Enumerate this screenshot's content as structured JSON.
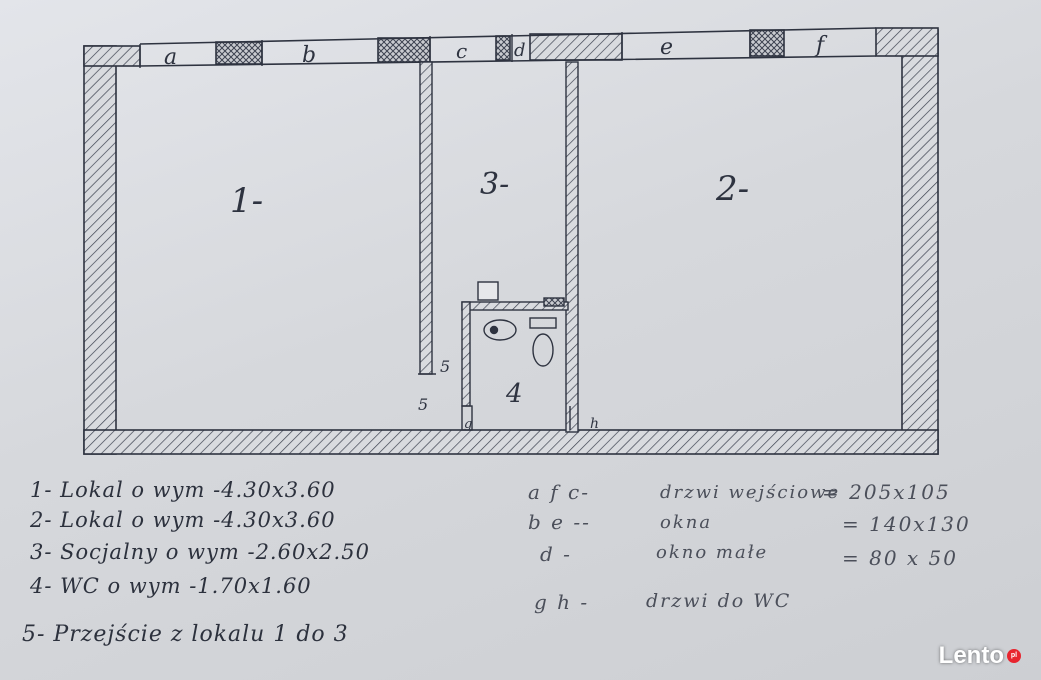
{
  "plan": {
    "room_labels": [
      "1-",
      "2-",
      "3-",
      "4"
    ],
    "opening_labels": [
      "a",
      "b",
      "c",
      "d",
      "e",
      "f"
    ],
    "marker_labels": {
      "five_a": "5",
      "five_b": "5",
      "g": "g",
      "h": "h"
    }
  },
  "legend": {
    "rooms": [
      "1- Lokal o wym -4.30x3.60",
      "2- Lokal o wym -4.30x3.60",
      "3- Socjalny o wym -2.60x2.50",
      "4- WC o wym -1.70x1.60",
      "5- Przejście z lokalu 1 do 3"
    ],
    "openings": [
      {
        "keys": "a f c-",
        "desc": "drzwi wejściowe",
        "dims": "= 205x105"
      },
      {
        "keys": "b e --",
        "desc": "okna",
        "dims": "= 140x130"
      },
      {
        "keys": "d -",
        "desc": "okno małe",
        "dims": "= 80 x 50"
      },
      {
        "keys": "g h -",
        "desc": "drzwi do WC",
        "dims": ""
      }
    ]
  },
  "watermark": {
    "brand": "Lento",
    "tld": "pl"
  },
  "colors": {
    "ink": "#2e3340",
    "paper": "#d9dbdf",
    "brand_dot": "#e8252f"
  }
}
